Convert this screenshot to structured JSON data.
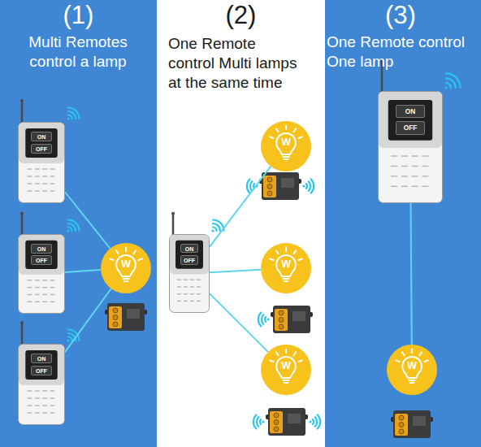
{
  "diagram": {
    "nodes": [
      {
        "text": [
          "(1)",
          "Multi Remotes control a lamp"
        ]
      },
      {
        "text": [
          "ON",
          "OFF"
        ],
        "in": 0
      },
      {
        "text": [
          "ON",
          "OFF"
        ],
        "in": 0
      },
      {
        "text": [
          "ON",
          "OFF"
        ],
        "in": 0
      },
      {
        "text": [
          "W"
        ],
        "in": 0
      },
      {
        "text": [
          "(2)",
          "One Remote control Multi lamps at the same time"
        ]
      },
      {
        "text": [
          "ON",
          "OFF"
        ],
        "in": 5
      },
      {
        "text": [
          "W"
        ],
        "in": 5
      },
      {
        "text": [
          "W"
        ],
        "in": 5
      },
      {
        "text": [
          "W"
        ],
        "in": 5
      },
      {
        "text": [
          "(3)",
          "One Remote control One lamp"
        ]
      },
      {
        "text": [
          "ON",
          "OFF"
        ],
        "in": 10
      },
      {
        "text": [
          "W"
        ],
        "in": 10
      }
    ],
    "edges": [
      {
        "from": 1,
        "to": 4,
        "arrow": "none"
      },
      {
        "from": 2,
        "to": 4,
        "arrow": "none"
      },
      {
        "from": 3,
        "to": 4,
        "arrow": "none"
      },
      {
        "from": 6,
        "to": 7,
        "arrow": "none"
      },
      {
        "from": 6,
        "to": 8,
        "arrow": "none"
      },
      {
        "from": 6,
        "to": 9,
        "arrow": "none"
      },
      {
        "from": 11,
        "to": 12,
        "arrow": "none"
      }
    ]
  }
}
